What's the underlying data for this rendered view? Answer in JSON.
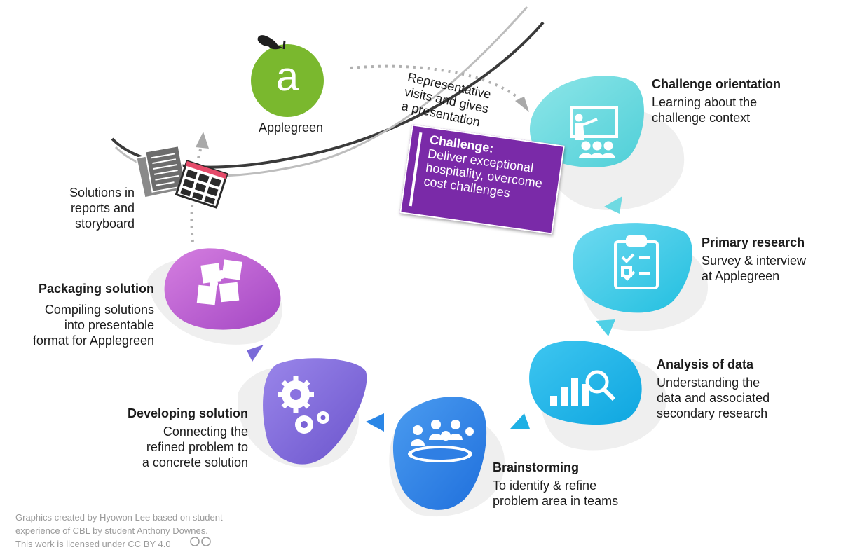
{
  "company": {
    "name": "Applegreen",
    "logo_letter": "a",
    "color_leaf": "#1f1f1f",
    "color_apple": "#7ab82e"
  },
  "representative": {
    "line1": "Representative",
    "line2": "visits and gives",
    "line3": "a presentation"
  },
  "challenge": {
    "title": "Challenge:",
    "line1": "Deliver exceptional",
    "line2": "hospitality, overcome",
    "line3": "cost challenges",
    "color": "#7a2aa8"
  },
  "solutions_note": {
    "line1": "Solutions in",
    "line2": "reports and",
    "line3": "storyboard"
  },
  "stages": [
    {
      "title": "Challenge orientation",
      "line1": "Learning about the",
      "line2": "challenge context",
      "icon": "presentation-icon",
      "color": "#5fd6dc"
    },
    {
      "title": "Primary research",
      "line1": "Survey & interview",
      "line2": "at Applegreen",
      "icon": "clipboard-checklist-icon",
      "color": "#35c8e0"
    },
    {
      "title": "Analysis of data",
      "line1": "Understanding the",
      "line2": "data and associated",
      "line3": "secondary research",
      "icon": "bar-chart-magnifier-icon",
      "color": "#1fb4e6"
    },
    {
      "title": "Brainstorming",
      "line1": "To identify & refine",
      "line2": "problem area in teams",
      "icon": "meeting-table-icon",
      "color": "#2f7fe4"
    },
    {
      "title": "Developing solution",
      "line1": "Connecting the",
      "line2": "refined problem to",
      "line3": "a concrete solution",
      "icon": "gears-icon",
      "color": "#7a62d6"
    },
    {
      "title": "Packaging solution",
      "line1": "Compiling solutions",
      "line2": "into presentable",
      "line3": "format for Applegreen",
      "icon": "puzzle-icon",
      "color": "#b95bd0"
    }
  ],
  "footer": {
    "line1": "Graphics created by Hyowon Lee based on student",
    "line2": "experience of CBL by student Anthony Downes.",
    "line3": "This work is licensed under CC BY 4.0"
  }
}
